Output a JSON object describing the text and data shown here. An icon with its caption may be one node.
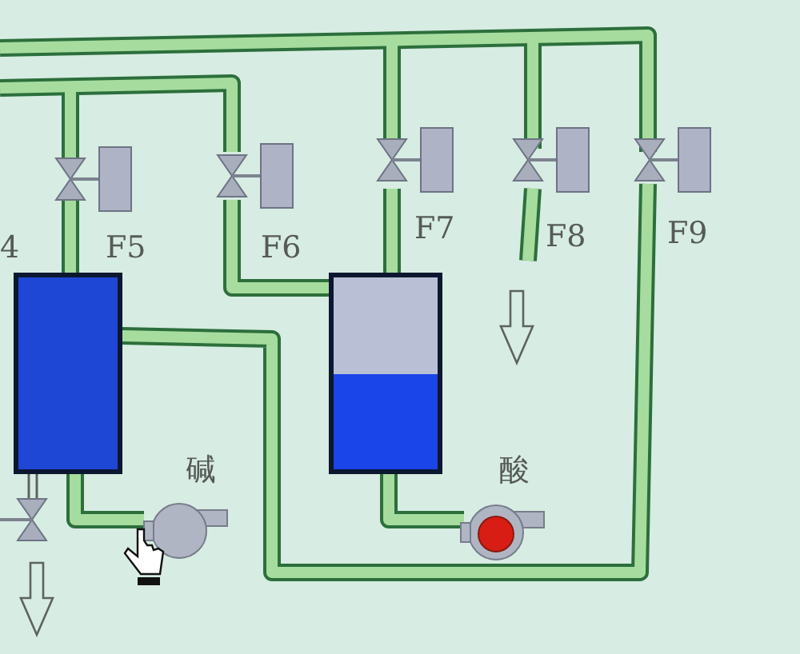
{
  "diagram": {
    "labels": [
      "4",
      "F5",
      "F6",
      "F7",
      "F8",
      "F9",
      "碱",
      "酸"
    ]
  }
}
